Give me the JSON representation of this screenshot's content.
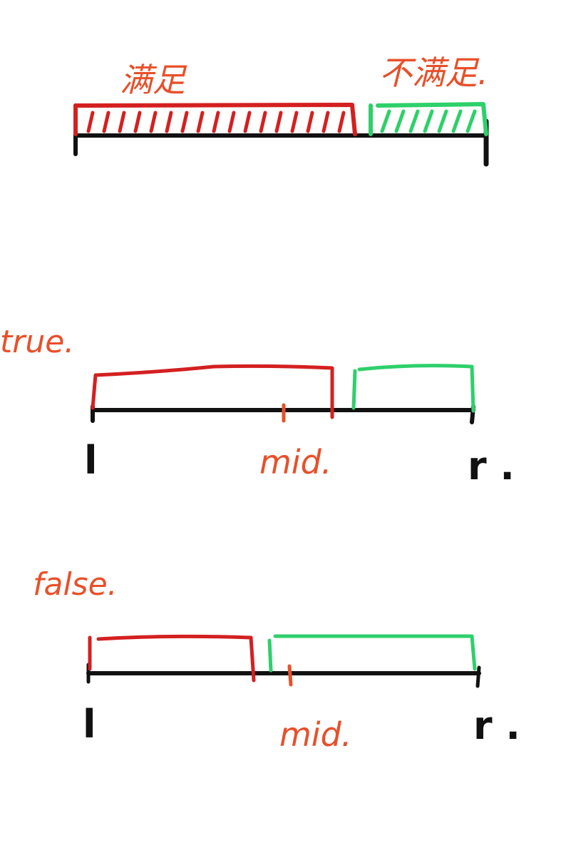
{
  "colors": {
    "line": "#111111",
    "satisfy": "#d42020",
    "not_satisfy": "#2ed06a",
    "annotation": "#e8502a"
  },
  "top": {
    "satisfy_label": "满足",
    "not_satisfy_label": "不满足."
  },
  "case_true": {
    "label": "true.",
    "left": "l",
    "mid": "mid.",
    "right": "r ."
  },
  "case_false": {
    "label": "false.",
    "left": "l",
    "mid": "mid.",
    "right": "r ."
  }
}
